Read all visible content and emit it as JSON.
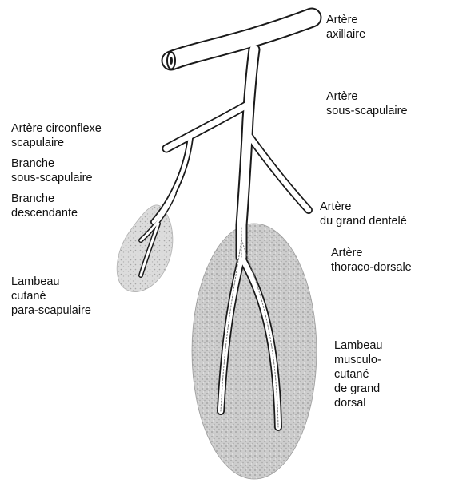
{
  "colors": {
    "vessel_fill": "#ffffff",
    "vessel_stroke": "#1a1a1a",
    "flap_fill": "#c9c9c9",
    "flap_dark": "#8f8f8f",
    "text": "#111111"
  },
  "labels": {
    "arteria_axillaris": [
      "Artère",
      "axillaire"
    ],
    "arteria_subscapularis": [
      "Artère",
      "sous-scapulaire"
    ],
    "arteria_circumflexa": [
      "Artère circonflexe",
      "scapulaire"
    ],
    "ramus_subscapularis": [
      "Branche",
      "sous-scapulaire"
    ],
    "ramus_descendens": [
      "Branche",
      "descendante"
    ],
    "arteria_serratus": [
      "Artère",
      "du grand dentelé"
    ],
    "arteria_thoracodorsalis": [
      "Artère",
      "thoraco-dorsale"
    ],
    "lambeau_parascapulaire": [
      "Lambeau",
      "cutané",
      "para-scapulaire"
    ],
    "lambeau_grand_dorsal": [
      "Lambeau",
      "musculo-",
      "cutané",
      "de grand",
      "dorsal"
    ]
  }
}
